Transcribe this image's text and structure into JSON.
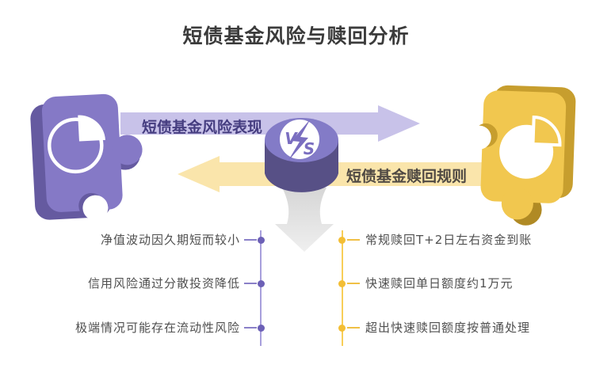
{
  "title": "短债基金风险与赎回分析",
  "versus": {
    "top_arrow_label": "短债基金风险表现",
    "bottom_arrow_label": "短债基金赎回规则",
    "badge_v": "V",
    "badge_s": "S"
  },
  "risk_panel": {
    "items": [
      "净值波动因久期短而较小",
      "信用风险通过分散投资降低",
      "极端情况可能存在流动性风险"
    ]
  },
  "redemption_panel": {
    "items": [
      "常规赎回T+2日左右资金到账",
      "快速赎回单日额度约1万元",
      "超出快速赎回额度按普通处理"
    ]
  },
  "colors": {
    "title_text": "#3b3b3b",
    "purple_main": "#8579c6",
    "purple_dark": "#655aa0",
    "purple_arrow": "#c8c2e9",
    "purple_arrow_text": "#453d80",
    "purple_line": "#a89fdc",
    "purple_dot": "#6c60b6",
    "yellow_main": "#f1c74f",
    "yellow_dark": "#c79e2e",
    "yellow_arrow": "#fae5ab",
    "yellow_arrow_text": "#4f4943",
    "yellow_line": "#f8ce58",
    "yellow_dot": "#f3be35",
    "item_text": "#4f4f4f",
    "gray_arrow": "#dcdcdc"
  }
}
